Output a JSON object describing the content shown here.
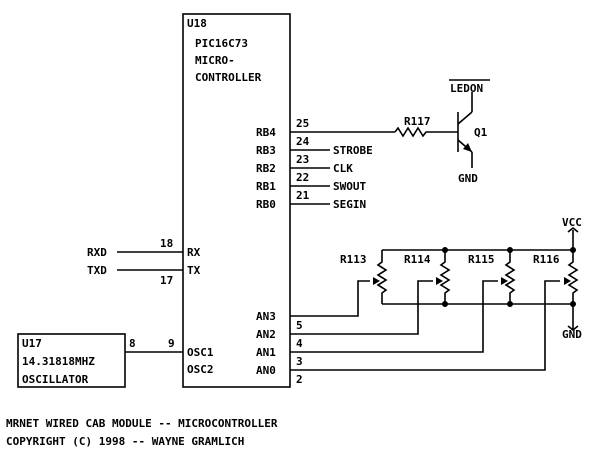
{
  "ic": {
    "ref": "U18",
    "lines": [
      "PIC16C73",
      "MICRO-",
      "CONTROLLER"
    ]
  },
  "osc": {
    "ref": "U17",
    "freq": "14.31818MHZ",
    "name": "OSCILLATOR",
    "pin_out": "8"
  },
  "pins_right": [
    {
      "name": "RB4",
      "num": "25"
    },
    {
      "name": "RB3",
      "num": "24",
      "net": "STROBE"
    },
    {
      "name": "RB2",
      "num": "23",
      "net": "CLK"
    },
    {
      "name": "RB1",
      "num": "22",
      "net": "SWOUT"
    },
    {
      "name": "RB0",
      "num": "21",
      "net": "SEGIN"
    }
  ],
  "pins_left": [
    {
      "name": "RX",
      "num": "18",
      "net": "RXD"
    },
    {
      "name": "TX",
      "num": "17",
      "net": "TXD"
    },
    {
      "name": "OSC1",
      "num": "9"
    },
    {
      "name": "OSC2",
      "num": ""
    }
  ],
  "pins_analog": [
    {
      "name": "AN3",
      "num": "5"
    },
    {
      "name": "AN2",
      "num": "4"
    },
    {
      "name": "AN1",
      "num": "3"
    },
    {
      "name": "AN0",
      "num": "2"
    }
  ],
  "transistor": {
    "ref": "Q1",
    "resistor": "R117",
    "collector_net": "LEDON",
    "emitter_net": "GND"
  },
  "pots": [
    "R113",
    "R114",
    "R115",
    "R116"
  ],
  "power": {
    "vcc": "VCC",
    "gnd": "GND"
  },
  "footer": {
    "line1": "MRNET WIRED CAB MODULE -- MICROCONTROLLER",
    "line2": "COPYRIGHT (C) 1998 -- WAYNE GRAMLICH"
  }
}
